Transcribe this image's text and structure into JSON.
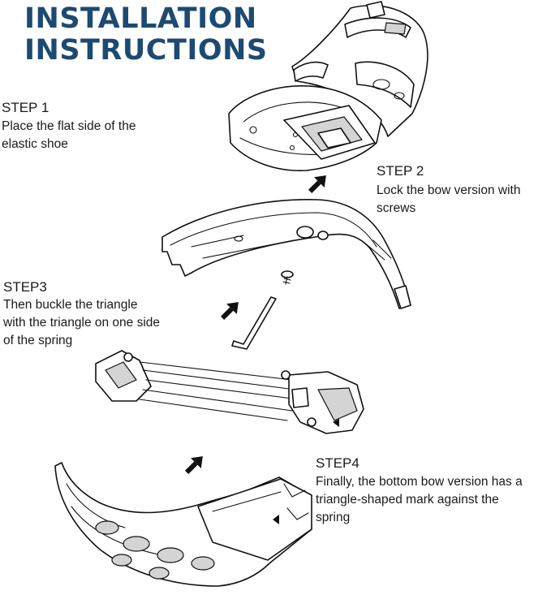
{
  "title": {
    "line1": "INSTALLATION",
    "line2": "INSTRUCTIONS",
    "color": "#1d4a72"
  },
  "steps": [
    {
      "heading": "STEP 1",
      "lines": [
        "Place the flat side of the",
        "elastic shoe"
      ]
    },
    {
      "heading": "STEP 2",
      "lines": [
        "Lock the bow version with",
        "screws"
      ]
    },
    {
      "heading": "STEP3",
      "lines": [
        "Then buckle the triangle",
        "with the triangle on one side",
        "of the spring"
      ]
    },
    {
      "heading": "STEP4",
      "lines": [
        "Finally, the bottom bow version has a",
        "triangle-shaped mark against the",
        "spring"
      ]
    }
  ],
  "icons": {
    "arrow": "down-left-arrow-icon",
    "screw": "screw-icon",
    "hex_key": "hex-key-icon",
    "triangle_mark": "triangle-mark-icon"
  }
}
